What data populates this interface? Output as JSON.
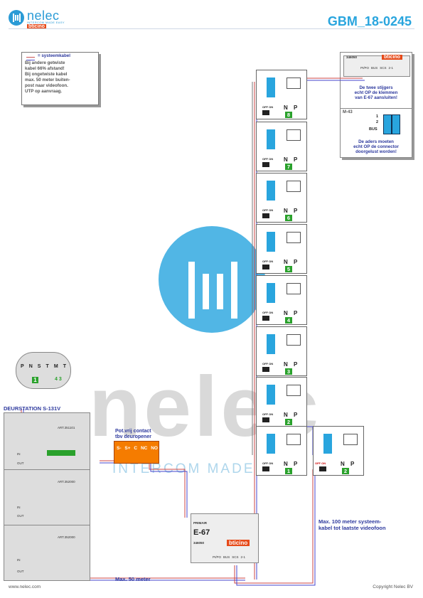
{
  "header": {
    "brand": "nelec",
    "brand_sub": "INTERCOM MADE EASY",
    "brand_partner": "bticino",
    "doc_id": "GBM_18-0245",
    "brand_color": "#2a9bd6",
    "doc_id_color": "#29a5de"
  },
  "legend": {
    "title": "= systeemkabel",
    "lines": [
      "Bij andere getwiste",
      "kabel 66% afstand!",
      "Bij ongetwiste kabel",
      "max. 50 meter buiten-",
      "post naar videofoon.",
      "UTP op aanvraag."
    ]
  },
  "e67_top": {
    "code": "346050",
    "brand": "bticino",
    "terminals": [
      "PI/PO",
      "BUS",
      "SCS",
      "2-1"
    ],
    "note": [
      "De twee stijgers",
      "echt OP de klemmen",
      "van E-67 aansluiten!"
    ]
  },
  "m43": {
    "title": "M-43",
    "labels": [
      "1",
      "2",
      "BUS"
    ],
    "note": [
      "De aders moeten",
      "echt OP de connector",
      "doorgelust worden!"
    ]
  },
  "apartments": {
    "off_on": "OFF ON",
    "n_label": "N",
    "p_label": "P",
    "numbers": [
      "8",
      "7",
      "6",
      "5",
      "4",
      "3",
      "2",
      "1"
    ],
    "extra_number": "2"
  },
  "door_station": {
    "title": "DEURSTATION S-131V",
    "dip_labels": [
      "P",
      "N",
      "S",
      "T",
      "M",
      "T"
    ],
    "dip_value_1": "1",
    "dip_value_2": "4 3",
    "in": "IN",
    "out": "OUT",
    "module_codes": [
      "ART.351101",
      "ART.352000",
      "ART.352000"
    ]
  },
  "relay": {
    "title": [
      "Pot.vrij contact",
      "tbv deuropener"
    ],
    "terminals": [
      "S-",
      "S+",
      "C",
      "NC",
      "NO"
    ]
  },
  "e67_main": {
    "primair": "PRIMAIR",
    "name": "E-67",
    "code": "346050",
    "brand": "bticino",
    "terminals": [
      "PI/PO",
      "BUS",
      "SCS",
      "2-1"
    ]
  },
  "notes": {
    "max100": [
      "Max. 100 meter systeem-",
      "kabel tot laatste videofoon"
    ],
    "max50": "Max. 50 meter"
  },
  "footer": {
    "left": "www.nelec.com",
    "right": "Copyright Nelec BV"
  },
  "watermark": {
    "big": "nelec",
    "sub": "INTERCOM MADE EASY"
  }
}
